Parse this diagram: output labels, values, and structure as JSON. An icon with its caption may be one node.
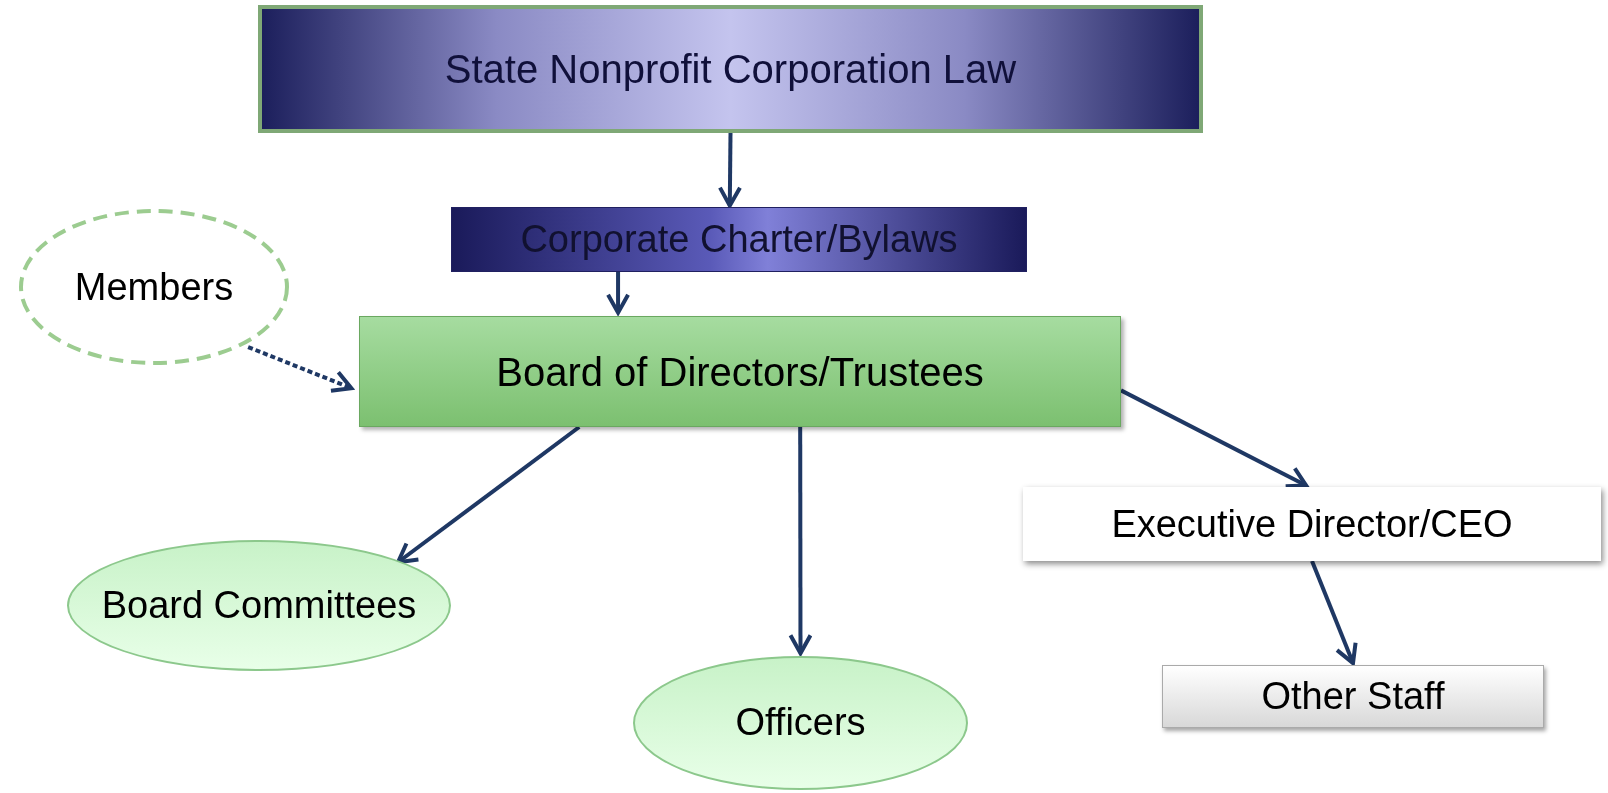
{
  "diagram": {
    "nodes": [
      {
        "text": [
          "State Nonprofit Corporation Law"
        ]
      },
      {
        "text": [
          "Corporate Charter/Bylaws"
        ]
      },
      {
        "text": [
          "Members"
        ]
      },
      {
        "text": [
          "Board of Directors/Trustees"
        ]
      },
      {
        "text": [
          "Board Committees"
        ]
      },
      {
        "text": [
          "Officers"
        ]
      },
      {
        "text": [
          "Executive Director/CEO"
        ]
      },
      {
        "text": [
          "Other Staff"
        ]
      }
    ],
    "edges": [
      {
        "from": 0,
        "to": 1,
        "arrow": "to"
      },
      {
        "from": 1,
        "to": 3,
        "arrow": "to"
      },
      {
        "from": 2,
        "to": 3,
        "arrow": "to",
        "style": "dashed"
      },
      {
        "from": 3,
        "to": 4,
        "arrow": "to"
      },
      {
        "from": 3,
        "to": 5,
        "arrow": "to"
      },
      {
        "from": 3,
        "to": 6,
        "arrow": "to"
      },
      {
        "from": 6,
        "to": 7,
        "arrow": "to"
      }
    ]
  }
}
